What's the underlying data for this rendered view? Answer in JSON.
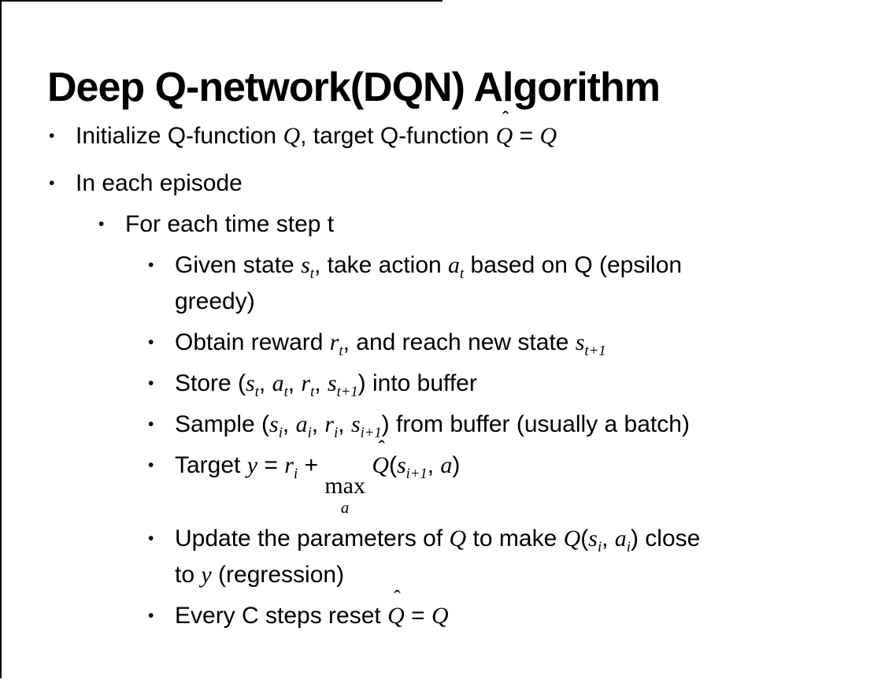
{
  "slide": {
    "title": "Deep Q-network(DQN) Algorithm",
    "bullet_char": "•",
    "bullets": [
      {
        "level": 1,
        "html": "Initialize Q-function <i class='m'>Q</i>, target Q-function <span class='hat'><i class='m'>Q</i><span class='hatmark'>ˆ</span></span> = <i class='m'>Q</i>"
      },
      {
        "level": 1,
        "html": "In each episode"
      },
      {
        "level": 2,
        "html": "For each time step t"
      },
      {
        "level": 3,
        "html": "Given state <i class='m'>s<sub>t</sub></i>, take action <i class='m'>a<sub>t</sub></i> based on Q (epsilon<br>greedy)"
      },
      {
        "level": 3,
        "html": "Obtain reward <i class='m'>r<sub>t</sub></i>, and reach new state <i class='m'>s<sub>t+1</sub></i>"
      },
      {
        "level": 3,
        "html": "Store (<i class='m'>s<sub>t</sub></i>, <i class='m'>a<sub>t</sub></i>, <i class='m'>r<sub>t</sub></i>, <i class='m'>s<sub>t+1</sub></i>) into buffer"
      },
      {
        "level": 3,
        "html": "Sample (<i class='m'>s<sub>i</sub></i>, <i class='m'>a<sub>i</sub></i>, <i class='m'>r<sub>i</sub></i>, <i class='m'>s<sub>i+1</sub></i>) from buffer (usually a batch)"
      },
      {
        "level": 3,
        "html": "Target <i class='m'>y</i> = <i class='m'>r<sub>i</sub></i> + <span class='underop'><span class='op'>max</span><span class='under'><i class='m'>a</i></span></span>&nbsp;<span class='hat'><i class='m'>Q</i><span class='hatmark'>ˆ</span></span>(<i class='m'>s<sub>i+1</sub></i>, <i class='m'>a</i>)"
      },
      {
        "level": 3,
        "html": "Update the parameters of <i class='m'>Q</i> to make <i class='m'>Q</i>(<i class='m'>s<sub>i</sub></i>, <i class='m'>a<sub>i</sub></i>) close<br>to <i class='m'>y</i> (regression)"
      },
      {
        "level": 3,
        "html": "Every C steps reset <span class='hat'><i class='m'>Q</i><span class='hatmark'>ˆ</span></span> = <i class='m'>Q</i>"
      }
    ]
  },
  "colors": {
    "background": "#ffffff",
    "text": "#000000",
    "border": "#000000"
  }
}
